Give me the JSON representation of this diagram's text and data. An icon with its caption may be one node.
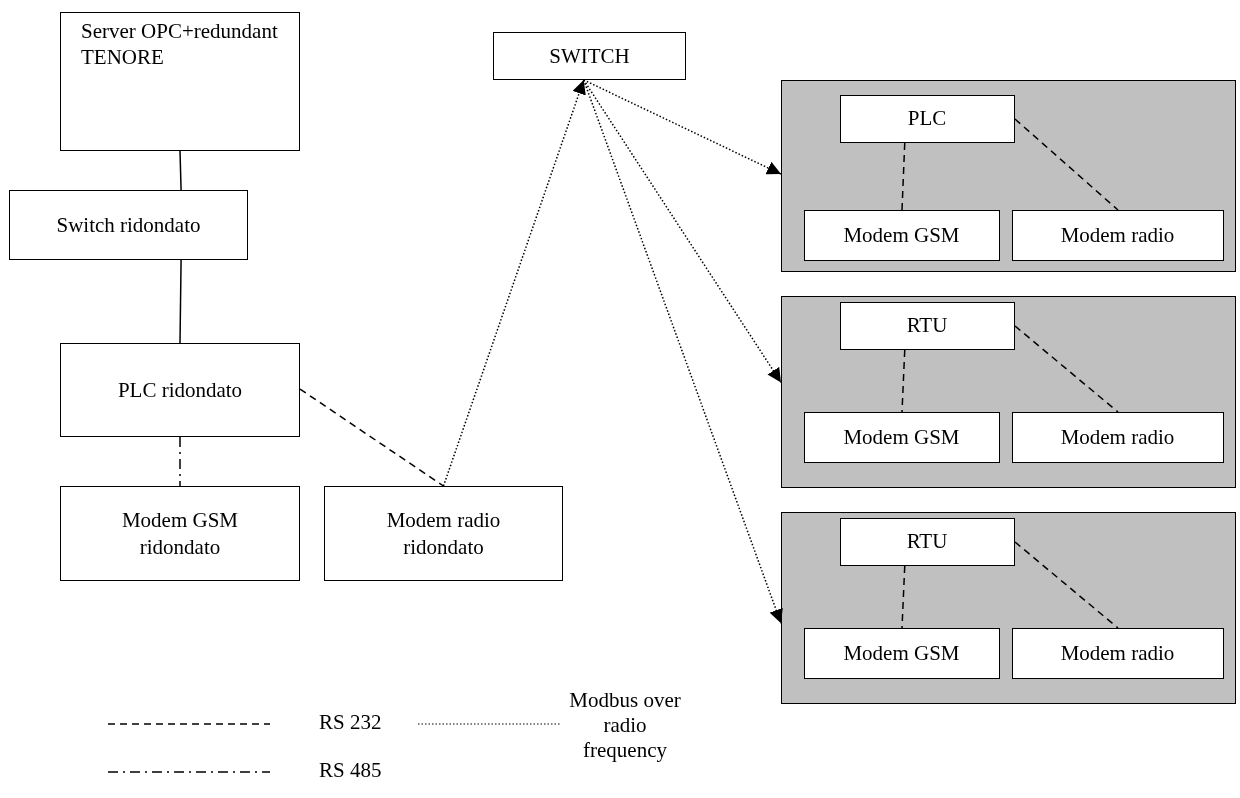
{
  "diagram": {
    "nodes": [
      {
        "text": [
          "Server OPC+redundant TENORE"
        ]
      },
      {
        "text": [
          "Switch ridondato"
        ]
      },
      {
        "text": [
          "PLC ridondato"
        ]
      },
      {
        "text": [
          "Modem GSM ridondato"
        ]
      },
      {
        "text": [
          "Modem radio ridondato"
        ]
      },
      {
        "text": [
          "SWITCH"
        ]
      },
      {
        "text": [],
        "shape": "box"
      },
      {
        "text": [
          "PLC"
        ],
        "in": 6
      },
      {
        "text": [
          "Modem GSM"
        ],
        "in": 6
      },
      {
        "text": [
          "Modem radio"
        ],
        "in": 6
      },
      {
        "text": [],
        "shape": "box"
      },
      {
        "text": [
          "RTU"
        ],
        "in": 10
      },
      {
        "text": [
          "Modem GSM"
        ],
        "in": 10
      },
      {
        "text": [
          "Modem radio"
        ],
        "in": 10
      },
      {
        "text": [],
        "shape": "box"
      },
      {
        "text": [
          "RTU"
        ],
        "in": 14
      },
      {
        "text": [
          "Modem GSM"
        ],
        "in": 14
      },
      {
        "text": [
          "Modem radio"
        ],
        "in": 14
      }
    ],
    "edges": [
      {
        "from": 0,
        "to": 1,
        "arrow": "none"
      },
      {
        "from": 1,
        "to": 2,
        "arrow": "none"
      },
      {
        "from": 2,
        "to": 3,
        "arrow": "none",
        "style": "dashed"
      },
      {
        "from": 2,
        "to": 4,
        "arrow": "none",
        "style": "dashed"
      },
      {
        "from": 4,
        "to": 5,
        "arrow": "to",
        "style": "dashed"
      },
      {
        "from": 5,
        "to": 6,
        "arrow": "to",
        "style": "dashed"
      },
      {
        "from": 5,
        "to": 10,
        "arrow": "to",
        "style": "dashed"
      },
      {
        "from": 5,
        "to": 14,
        "arrow": "to",
        "style": "dashed"
      },
      {
        "from": 7,
        "to": 8,
        "arrow": "none",
        "style": "dashed"
      },
      {
        "from": 7,
        "to": 9,
        "arrow": "none",
        "style": "dashed"
      },
      {
        "from": 11,
        "to": 12,
        "arrow": "none",
        "style": "dashed"
      },
      {
        "from": 11,
        "to": 13,
        "arrow": "none",
        "style": "dashed"
      },
      {
        "from": 15,
        "to": 16,
        "arrow": "none",
        "style": "dashed"
      },
      {
        "from": 15,
        "to": 17,
        "arrow": "none",
        "style": "dashed"
      }
    ],
    "legend": [
      {
        "text": "RS 232"
      },
      {
        "text": "Modbus over radio frequency"
      },
      {
        "text": "RS 485"
      }
    ]
  }
}
